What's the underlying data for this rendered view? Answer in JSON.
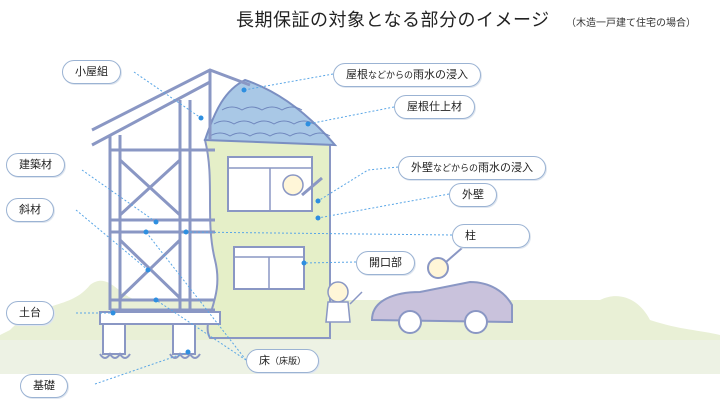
{
  "title": "長期保証の対象となる部分のイメージ",
  "subtitle": "（木造一戸建て住宅の場合）",
  "labels": {
    "koyagumi": "小屋組",
    "kenchikuzai": "建築材",
    "shazai": "斜材",
    "dodai": "土台",
    "kiso": "基礎",
    "yuka": "床",
    "yuka_note": "（床版）",
    "yane_rain_a": "屋根",
    "yane_rain_b": "などからの",
    "yane_rain_c": "雨水の浸入",
    "yane_shiage": "屋根仕上材",
    "gaiheki_rain_a": "外壁",
    "gaiheki_rain_b": "などからの",
    "gaiheki_rain_c": "雨水の浸入",
    "gaiheki": "外壁",
    "hashira": "柱",
    "kaikoubu": "開口部"
  },
  "colors": {
    "frame": "#8a97c4",
    "wall": "#e7efc9",
    "roof": "#a9c8e6",
    "ground": "#e9f0d6",
    "car": "#c9c2dc",
    "leader": "#5aa6e6",
    "dot": "#2e8fe0"
  }
}
